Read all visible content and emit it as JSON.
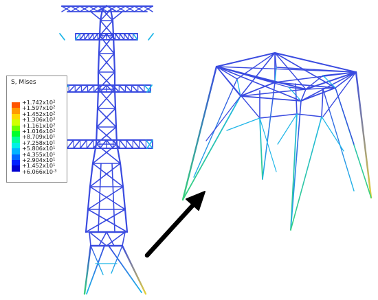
{
  "legend": {
    "title": "S, Mises",
    "entries": [
      {
        "mantissa": "+1.742",
        "exponent": "2",
        "color": "#ff0000"
      },
      {
        "mantissa": "+1.597",
        "exponent": "2",
        "color": "#ff5500"
      },
      {
        "mantissa": "+1.452",
        "exponent": "2",
        "color": "#ff9a00"
      },
      {
        "mantissa": "+1.306",
        "exponent": "2",
        "color": "#ffd800"
      },
      {
        "mantissa": "+1.161",
        "exponent": "2",
        "color": "#d0ff00"
      },
      {
        "mantissa": "+1.016",
        "exponent": "2",
        "color": "#6cff00"
      },
      {
        "mantissa": "+8.709",
        "exponent": "1",
        "color": "#00ff2a"
      },
      {
        "mantissa": "+7.258",
        "exponent": "1",
        "color": "#00ff9a"
      },
      {
        "mantissa": "+5.806",
        "exponent": "1",
        "color": "#00f0e6"
      },
      {
        "mantissa": "+4.355",
        "exponent": "1",
        "color": "#00b4ff"
      },
      {
        "mantissa": "+2.904",
        "exponent": "1",
        "color": "#0068ff"
      },
      {
        "mantissa": "+1.452",
        "exponent": "1",
        "color": "#0020ff"
      },
      {
        "mantissa": "+6.066",
        "exponent": "-3",
        "color": "#0000d0"
      }
    ]
  },
  "colors": {
    "member": "#3a4be0",
    "member_mid": "#1fb6e8",
    "member_high": "#38d27a",
    "member_peak": "#e6d23a",
    "arrow": "#000000"
  }
}
